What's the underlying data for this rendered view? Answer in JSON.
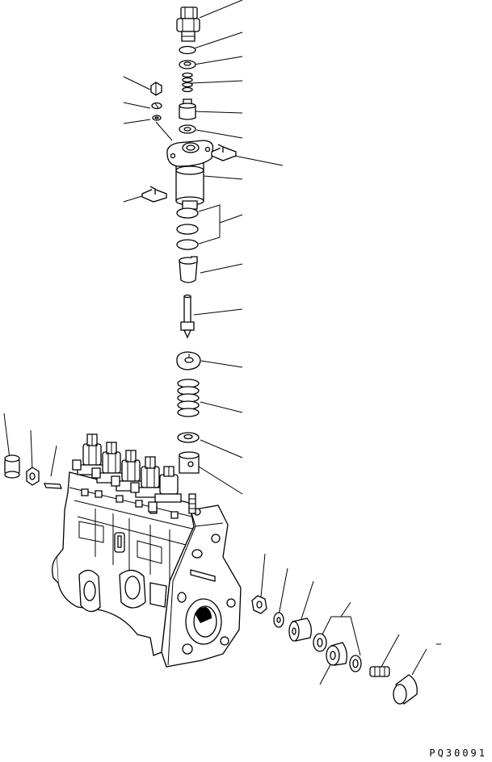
{
  "diagram": {
    "kind": "exploded-parts-view",
    "subject": "fuel-injection-pump",
    "drawing_code": "PQ30091",
    "line_color": "#000000",
    "background_color": "#ffffff"
  }
}
